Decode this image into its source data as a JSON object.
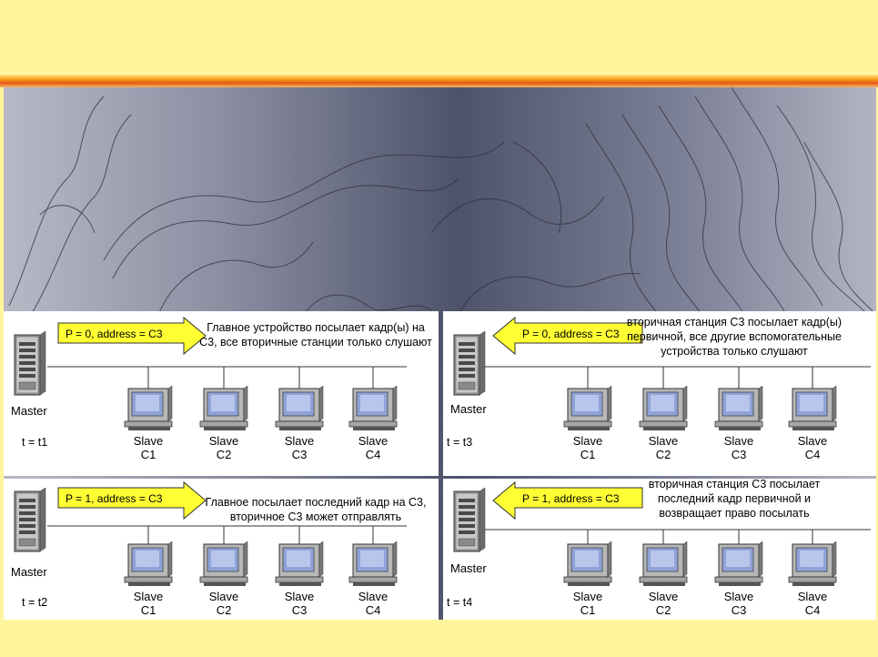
{
  "colors": {
    "background": "#fff59c",
    "arrow_fill": "#ffff33",
    "screen_blue": "#8fa3d8"
  },
  "panels": [
    {
      "id": "t1",
      "arrow": {
        "label": "P = 0, address = C3",
        "direction": "right"
      },
      "description": [
        "Главное устройство посылает кадр(ы) на",
        "С3, все вторичные станции только слушают"
      ],
      "master_label": "Master",
      "time_label": "t = t1",
      "slaves": [
        {
          "l1": "Slave",
          "l2": "C1"
        },
        {
          "l1": "Slave",
          "l2": "C2"
        },
        {
          "l1": "Slave",
          "l2": "C3"
        },
        {
          "l1": "Slave",
          "l2": "C4"
        }
      ]
    },
    {
      "id": "t3",
      "arrow": {
        "label": "P = 0, address = C3",
        "direction": "left"
      },
      "description": [
        "вторичная станция С3 посылает кадр(ы)",
        "первичной, все другие вспомогательные",
        "устройства только слушают"
      ],
      "master_label": "Master",
      "time_label": "t = t3",
      "slaves": [
        {
          "l1": "Slave",
          "l2": "C1"
        },
        {
          "l1": "Slave",
          "l2": "C2"
        },
        {
          "l1": "Slave",
          "l2": "C3"
        },
        {
          "l1": "Slave",
          "l2": "C4"
        }
      ]
    },
    {
      "id": "t2",
      "arrow": {
        "label": "P = 1, address = C3",
        "direction": "right"
      },
      "description": [
        "Главное посылает последний кадр на С3,",
        "вторичное С3 может отправлять"
      ],
      "master_label": "Master",
      "time_label": "t = t2",
      "slaves": [
        {
          "l1": "Slave",
          "l2": "C1"
        },
        {
          "l1": "Slave",
          "l2": "C2"
        },
        {
          "l1": "Slave",
          "l2": "C3"
        },
        {
          "l1": "Slave",
          "l2": "C4"
        }
      ]
    },
    {
      "id": "t4",
      "arrow": {
        "label": "P = 1, address = C3",
        "direction": "left"
      },
      "description": [
        "вторичная станция С3 посылает",
        "последний кадр первичной и",
        "возвращает право посылать"
      ],
      "master_label": "Master",
      "time_label": "t = t4",
      "slaves": [
        {
          "l1": "Slave",
          "l2": "C1"
        },
        {
          "l1": "Slave",
          "l2": "C2"
        },
        {
          "l1": "Slave",
          "l2": "C3"
        },
        {
          "l1": "Slave",
          "l2": "C4"
        }
      ]
    }
  ]
}
